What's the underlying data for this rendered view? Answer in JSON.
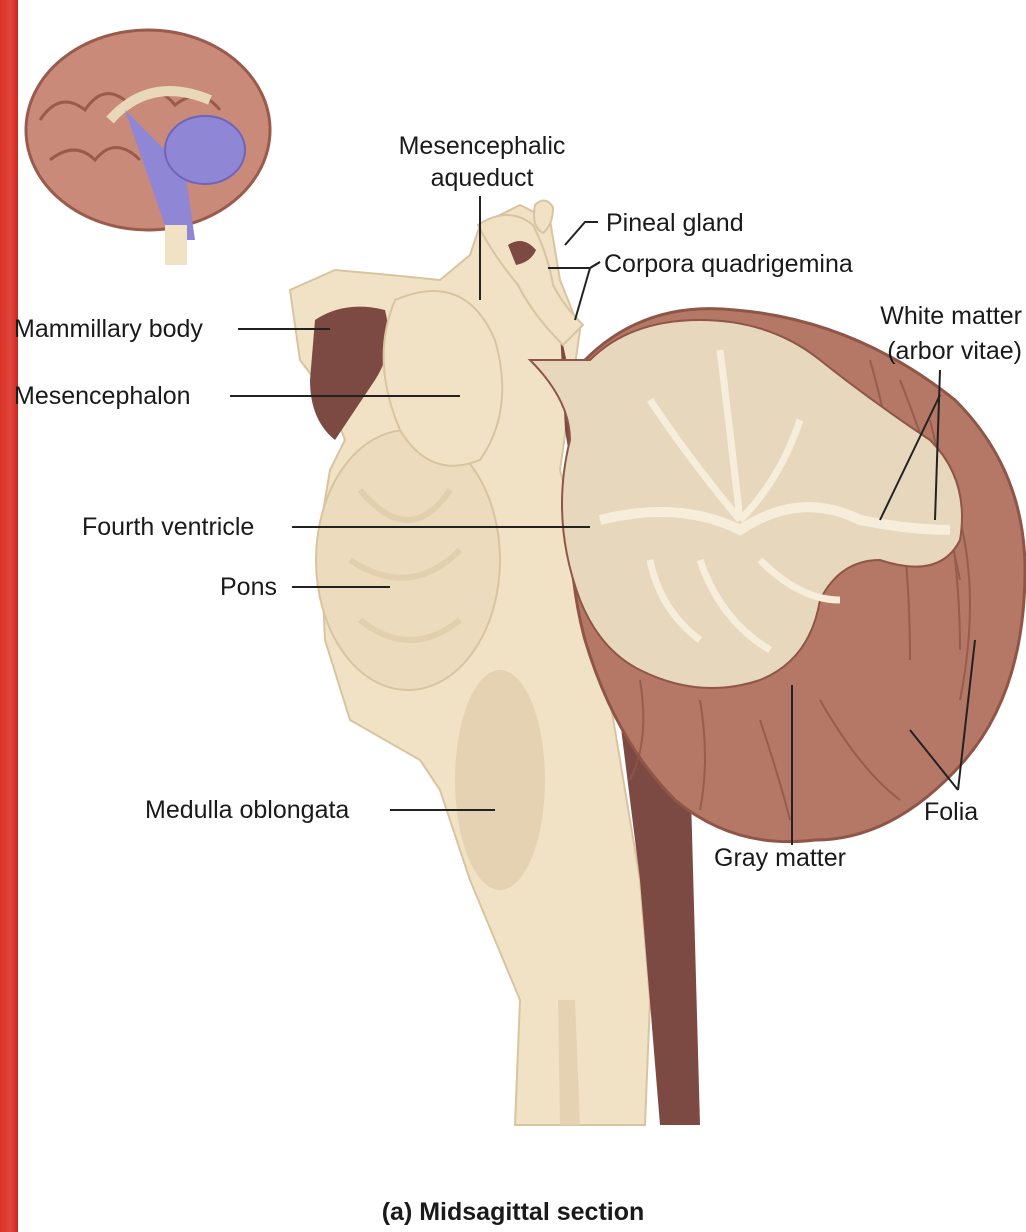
{
  "figure": {
    "caption": "(a) Midsagittal section",
    "colors": {
      "background": "#ffffff",
      "edge_bar": "#dd3a31",
      "white_matter": "#f3e7cf",
      "gray_matter": "#e7d8bd",
      "folia": "#b57766",
      "ventricle": "#7d4a43",
      "brainstem": "#f1e2c5",
      "inset_cortex": "#c98a7a",
      "inset_stem": "#8f86d6"
    },
    "labels": {
      "mesencephalic_aqueduct_line1": "Mesencephalic",
      "mesencephalic_aqueduct_line2": "aqueduct",
      "pineal_gland": "Pineal gland",
      "corpora_quadrigemina": "Corpora quadrigemina",
      "white_matter_line1": "White matter",
      "white_matter_line2": "(arbor vitae)",
      "mammillary_body": "Mammillary body",
      "mesencephalon": "Mesencephalon",
      "fourth_ventricle": "Fourth ventricle",
      "pons": "Pons",
      "medulla_oblongata": "Medulla oblongata",
      "folia": "Folia",
      "gray_matter": "Gray matter"
    }
  }
}
